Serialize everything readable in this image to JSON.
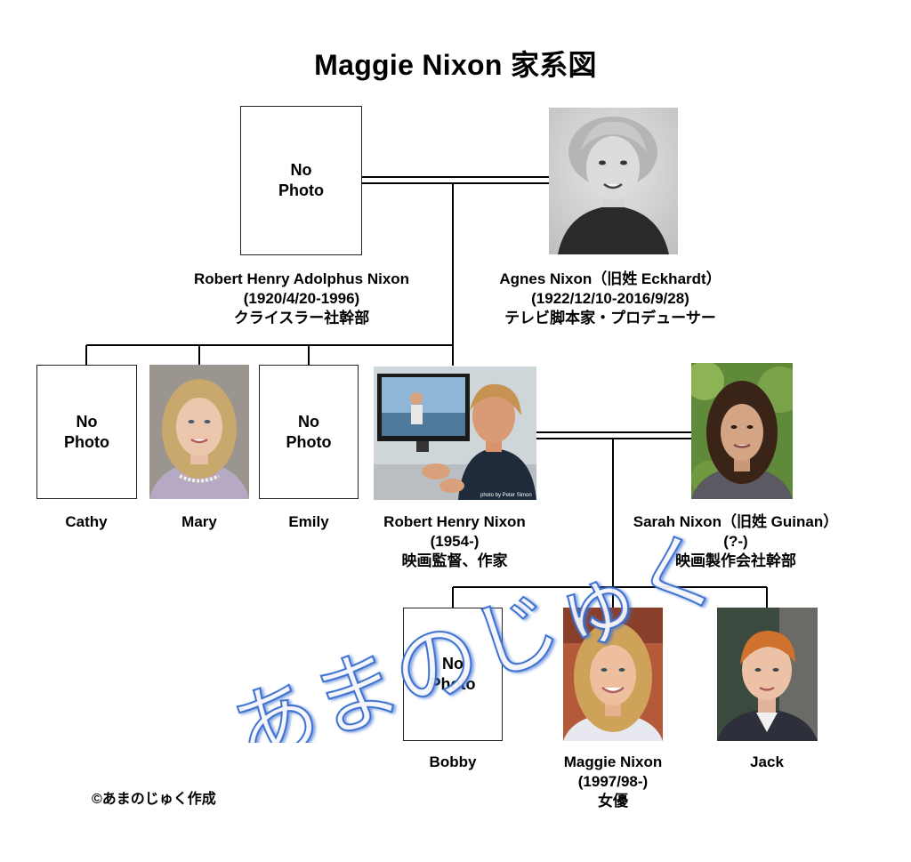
{
  "title": "Maggie Nixon 家系図",
  "no_photo_text": [
    "No",
    "Photo"
  ],
  "people": {
    "robert_henry_adolphus": {
      "photo": "none",
      "name": "Robert Henry Adolphus Nixon",
      "dates": "(1920/4/20-1996)",
      "role": "クライスラー社幹部"
    },
    "agnes": {
      "photo": "portrait-grayscale",
      "name": "Agnes Nixon（旧姓 Eckhardt）",
      "dates": "(1922/12/10-2016/9/28)",
      "role": "テレビ脚本家・プロデューサー"
    },
    "cathy": {
      "photo": "none",
      "name": "Cathy"
    },
    "mary": {
      "photo": "portrait-blonde",
      "name": "Mary"
    },
    "emily": {
      "photo": "none",
      "name": "Emily"
    },
    "robert_henry": {
      "photo": "man-at-monitor",
      "name": "Robert Henry Nixon",
      "dates": "(1954-)",
      "role": "映画監督、作家",
      "photo_credit": "photo by Peter Simon"
    },
    "sarah": {
      "photo": "portrait-dark-hair",
      "name": "Sarah Nixon（旧姓 Guinan）",
      "dates": "(?-)",
      "role": "映画製作会社幹部"
    },
    "bobby": {
      "photo": "none",
      "name": "Bobby"
    },
    "maggie": {
      "photo": "portrait-girl-blonde",
      "name": "Maggie Nixon",
      "dates": "(1997/98-)",
      "role": "女優"
    },
    "jack": {
      "photo": "portrait-boy-red-hair",
      "name": "Jack"
    }
  },
  "watermark": "あまのじゅく",
  "footer": "©あまのじゅく作成",
  "colors": {
    "line": "#000000",
    "box_border": "#222222",
    "watermark_fill": "#ffffff",
    "watermark_stroke": "#3a6fd0"
  }
}
